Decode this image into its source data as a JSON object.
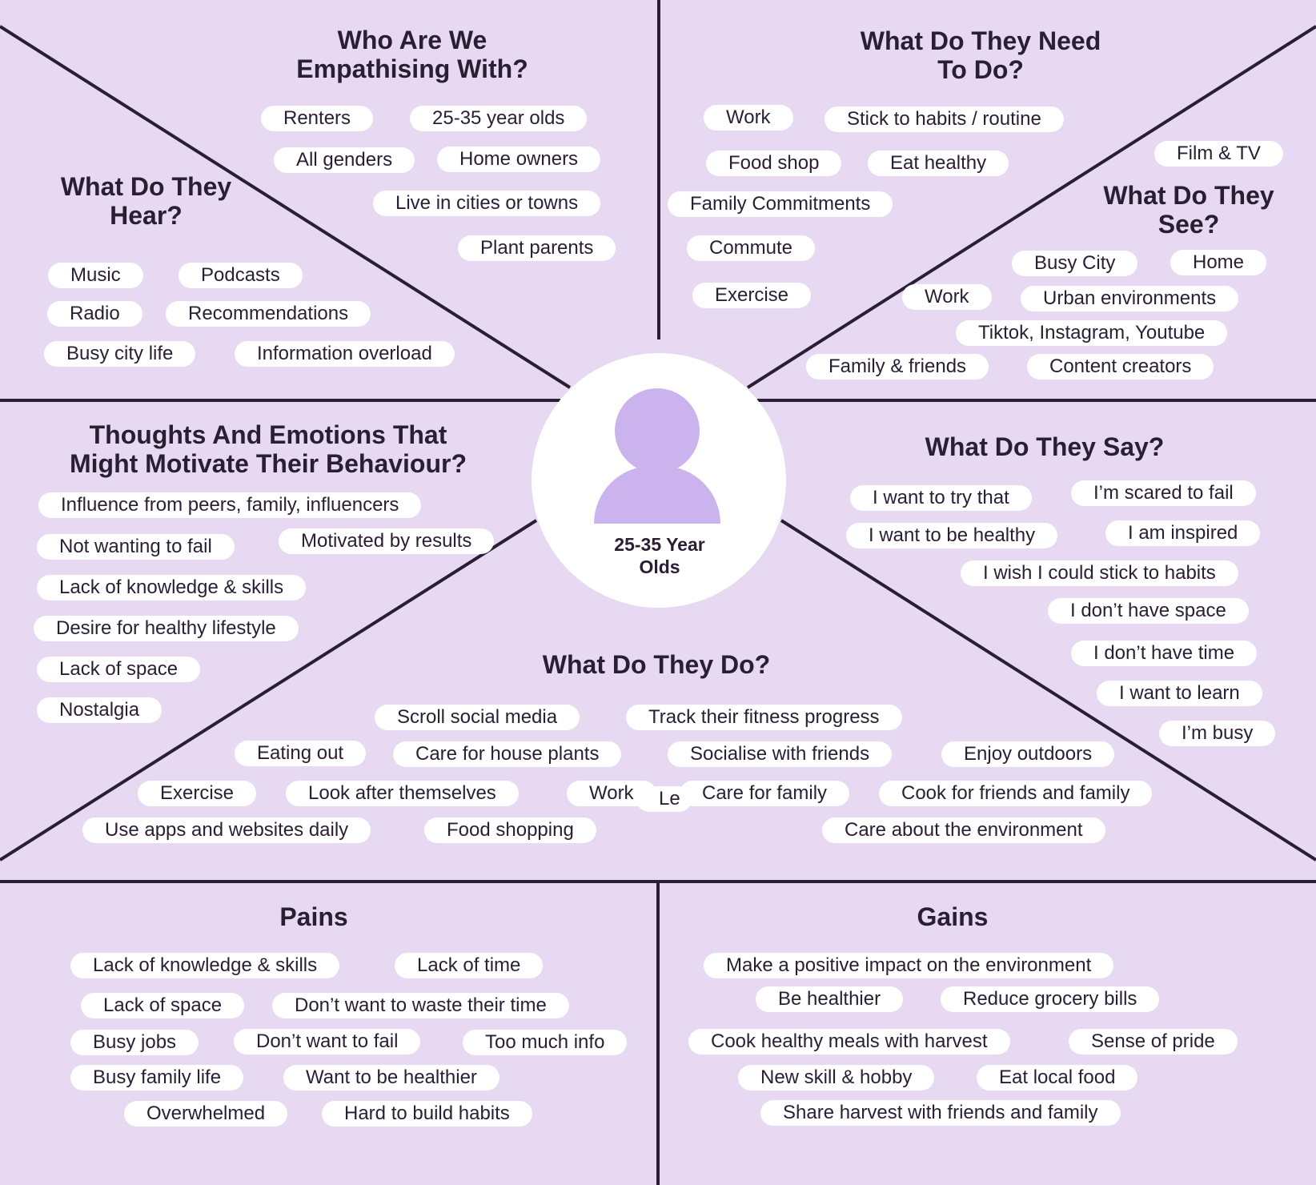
{
  "center": {
    "label": "25-35 Year\nOlds"
  },
  "sections": {
    "who": {
      "title": "Who Are We\nEmpathising With?",
      "items": [
        "Renters",
        "25-35 year olds",
        "All genders",
        "Home owners",
        "Live in cities or towns",
        "Plant parents"
      ]
    },
    "need": {
      "title": "What Do They Need\nTo Do?",
      "items": [
        "Work",
        "Stick to habits / routine",
        "Food shop",
        "Eat healthy",
        "Family Commitments",
        "Commute",
        "Exercise"
      ]
    },
    "hear": {
      "title": "What Do They\nHear?",
      "items": [
        "Music",
        "Podcasts",
        "Radio",
        "Recommendations",
        "Busy city life",
        "Information overload"
      ]
    },
    "see": {
      "title": "What Do They\nSee?",
      "items": [
        "Film & TV",
        "Busy City",
        "Home",
        "Work",
        "Urban environments",
        "Tiktok, Instagram, Youtube",
        "Family & friends",
        "Content creators"
      ]
    },
    "thoughts": {
      "title": "Thoughts And Emotions That\nMight Motivate Their Behaviour?",
      "items": [
        "Influence from peers, family, influencers",
        "Not wanting to fail",
        "Motivated by results",
        "Lack of knowledge & skills",
        "Desire for healthy lifestyle",
        "Lack of space",
        "Nostalgia"
      ]
    },
    "say": {
      "title": "What Do They Say?",
      "items": [
        "I want to try that",
        "I’m scared to fail",
        "I want to be healthy",
        "I am inspired",
        "I wish I could stick to habits",
        "I don’t have space",
        "I don’t have time",
        "I want to learn",
        "I’m busy"
      ]
    },
    "do": {
      "title": "What Do They Do?",
      "items": [
        "Scroll social media",
        "Track their fitness progress",
        "Eating out",
        "Care for house plants",
        "Socialise with friends",
        "Enjoy outdoors",
        "Exercise",
        "Look after themselves",
        "Work",
        "Le",
        "Care for family",
        "Cook for friends and family",
        "Use apps and websites daily",
        "Food shopping",
        "Care about the environment"
      ]
    },
    "pains": {
      "title": "Pains",
      "items": [
        "Lack of knowledge & skills",
        "Lack of time",
        "Lack of space",
        "Don’t want to waste their time",
        "Busy jobs",
        "Don’t want to fail",
        "Too much info",
        "Busy family life",
        "Want to be healthier",
        "Overwhelmed",
        "Hard to build habits"
      ]
    },
    "gains": {
      "title": "Gains",
      "items": [
        "Make a positive impact on the environment",
        "Be healthier",
        "Reduce grocery bills",
        "Cook healthy meals with harvest",
        "Sense of pride",
        "New skill & hobby",
        "Eat local food",
        "Share harvest with friends and family"
      ]
    }
  },
  "colors": {
    "background": "#e6d9f1",
    "chip": "#ffffff",
    "line": "#2a1e33",
    "avatar": "#cbb4ee"
  }
}
